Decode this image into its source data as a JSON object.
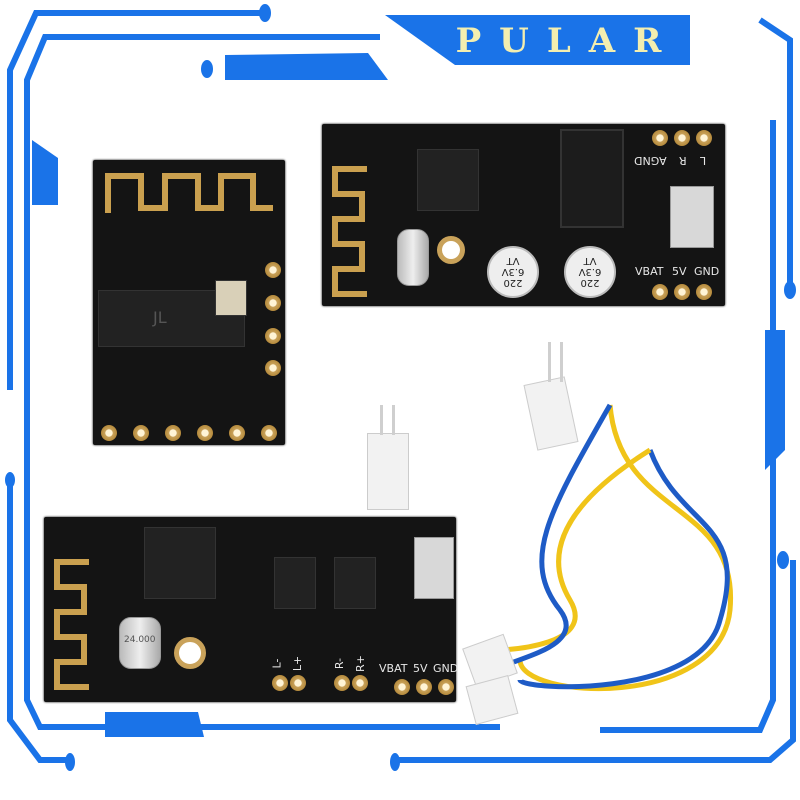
{
  "brand": {
    "name": "PULAR",
    "banner_color": "#1a73e8",
    "text_color": "#f3eeb0"
  },
  "frame": {
    "style": "circuit-trace border",
    "color": "#1a73e8"
  },
  "products": {
    "small_module": {
      "description": "Bluetooth audio receiver module (castellated pads)",
      "chip_logo": "JL"
    },
    "board_with_jack": {
      "description": "Bluetooth audio receiver board with 3.5mm jack",
      "top_header_labels": [
        "AGND",
        "R",
        "L"
      ],
      "bottom_header_labels": [
        "VBAT",
        "5V",
        "GND"
      ],
      "capacitors": [
        {
          "value": "220",
          "voltage": "6.3V",
          "code": "VT"
        },
        {
          "value": "220",
          "voltage": "6.3V",
          "code": "VT"
        }
      ]
    },
    "board_with_amp": {
      "description": "Bluetooth audio receiver board with stereo outputs",
      "left_output_labels": [
        "L-",
        "L+"
      ],
      "right_output_labels": [
        "R-",
        "R+"
      ],
      "power_labels": [
        "VBAT",
        "5V",
        "GND"
      ],
      "crystal_marking": "24.000"
    },
    "accessories": {
      "connectors": "2-pin white JST connectors (x2)",
      "cable": "blue and yellow twisted wire pair with 2-pin plug"
    }
  }
}
